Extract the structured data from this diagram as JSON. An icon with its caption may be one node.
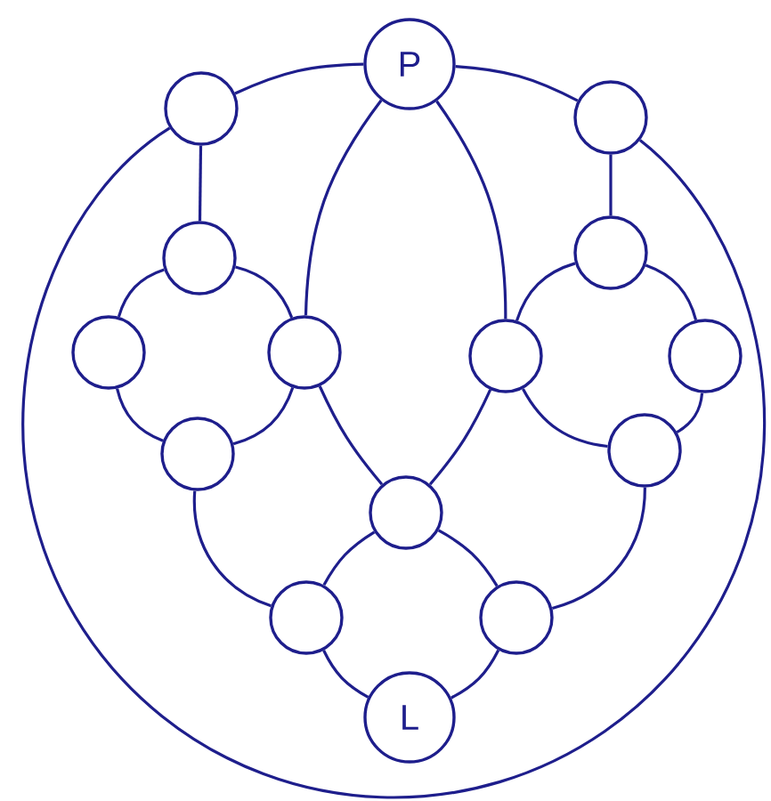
{
  "diagram": {
    "nodes": [
      {
        "text": [
          "P"
        ]
      },
      {
        "text": [],
        "shape": "circle"
      },
      {
        "text": [],
        "shape": "circle"
      },
      {
        "text": [],
        "shape": "circle"
      },
      {
        "text": [],
        "shape": "circle"
      },
      {
        "text": [],
        "shape": "circle"
      },
      {
        "text": [],
        "shape": "circle"
      },
      {
        "text": [],
        "shape": "circle"
      },
      {
        "text": [],
        "shape": "circle"
      },
      {
        "text": [],
        "shape": "circle"
      },
      {
        "text": [],
        "shape": "circle"
      },
      {
        "text": [],
        "shape": "circle"
      },
      {
        "text": [],
        "shape": "circle"
      },
      {
        "text": [],
        "shape": "circle"
      },
      {
        "text": [
          "L"
        ]
      }
    ],
    "edges": [
      {
        "from": 0,
        "to": 1,
        "arrow": "none"
      },
      {
        "from": 0,
        "to": 2,
        "arrow": "none"
      },
      {
        "from": 1,
        "to": 2,
        "arrow": "none"
      },
      {
        "from": 1,
        "to": 3,
        "arrow": "none"
      },
      {
        "from": 2,
        "to": 4,
        "arrow": "none"
      },
      {
        "from": 0,
        "to": 6,
        "arrow": "none"
      },
      {
        "from": 0,
        "to": 7,
        "arrow": "none"
      },
      {
        "from": 3,
        "to": 5,
        "arrow": "none"
      },
      {
        "from": 3,
        "to": 6,
        "arrow": "none"
      },
      {
        "from": 4,
        "to": 7,
        "arrow": "none"
      },
      {
        "from": 4,
        "to": 8,
        "arrow": "none"
      },
      {
        "from": 5,
        "to": 9,
        "arrow": "none"
      },
      {
        "from": 6,
        "to": 9,
        "arrow": "none"
      },
      {
        "from": 6,
        "to": 11,
        "arrow": "none"
      },
      {
        "from": 7,
        "to": 11,
        "arrow": "none"
      },
      {
        "from": 7,
        "to": 10,
        "arrow": "none"
      },
      {
        "from": 8,
        "to": 10,
        "arrow": "none"
      },
      {
        "from": 9,
        "to": 12,
        "arrow": "none"
      },
      {
        "from": 11,
        "to": 12,
        "arrow": "none"
      },
      {
        "from": 11,
        "to": 13,
        "arrow": "none"
      },
      {
        "from": 10,
        "to": 13,
        "arrow": "none"
      },
      {
        "from": 12,
        "to": 14,
        "arrow": "none"
      },
      {
        "from": 13,
        "to": 14,
        "arrow": "none"
      }
    ]
  }
}
